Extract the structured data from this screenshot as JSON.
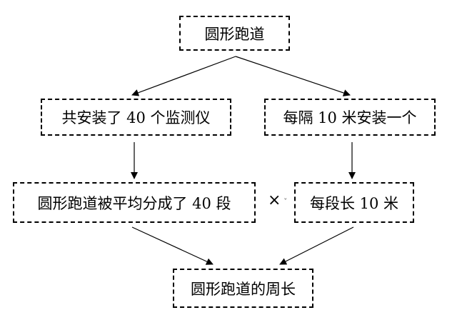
{
  "nodes": {
    "top": "圆形跑道",
    "left": "共安装了 40 个监测仪",
    "right": "每隔 10 米安装一个",
    "middle_left": "圆形跑道被平均分成了 40 段",
    "middle_right": "每段长 10 米",
    "bottom": "圆形跑道的周长"
  },
  "operator": "×"
}
